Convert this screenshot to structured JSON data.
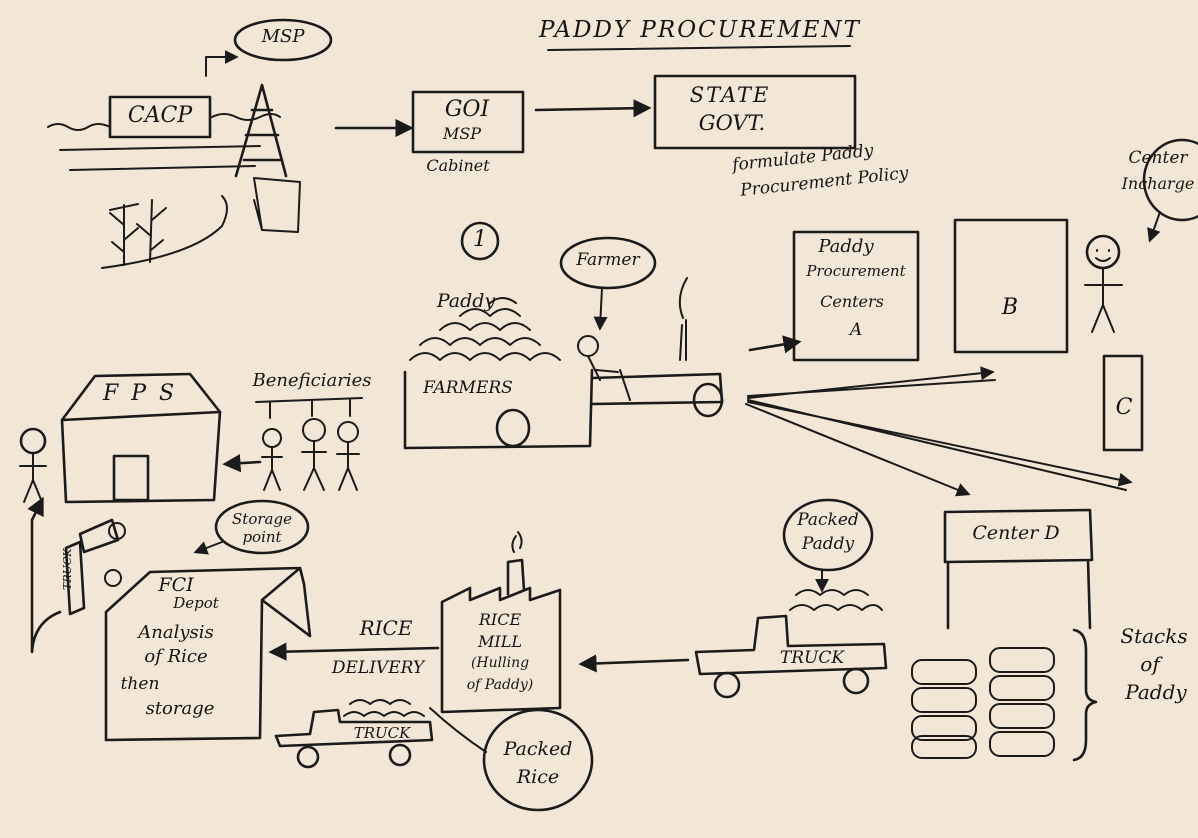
{
  "colors": {
    "paper": "#f2e6d6",
    "ink": "#1b1b1b"
  },
  "title": "PADDY PROCUREMENT",
  "top_flow": {
    "cacp": "CACP",
    "msp_bubble": "MSP",
    "goi_line1": "GOI",
    "goi_line2": "MSP",
    "cabinet": "Cabinet",
    "state_line1": "STATE",
    "state_line2": "GOVT.",
    "formulate_line1": "formulate Paddy",
    "formulate_line2": "Procurement Policy"
  },
  "step_number": "1",
  "farmers": {
    "farmer_bubble": "Farmer",
    "paddy_label": "Paddy",
    "cart_label": "FARMERS"
  },
  "centers": {
    "a_line1": "Paddy",
    "a_line2": "Procurement",
    "a_line3": "Centers",
    "a_line4": "A",
    "b": "B",
    "c": "C",
    "d": "Center D",
    "incharge_line1": "Center",
    "incharge_line2": "Incharge",
    "stacks_line1": "Stacks",
    "stacks_line2": "of",
    "stacks_line3": "Paddy"
  },
  "transport": {
    "packed_paddy_line1": "Packed",
    "packed_paddy_line2": "Paddy",
    "truck": "TRUCK",
    "truck2": "TRUCK",
    "packed_rice_line1": "Packed",
    "packed_rice_line2": "Rice"
  },
  "mill": {
    "line1": "RICE",
    "line2": "MILL",
    "line3": "(Hulling",
    "line4": "of Paddy)",
    "rice": "RICE",
    "delivery": "DELIVERY"
  },
  "fci": {
    "storage_line1": "Storage",
    "storage_line2": "point",
    "title_line1": "FCI",
    "title_line2": "Depot",
    "analysis_line1": "Analysis",
    "analysis_line2": "of Rice",
    "then_line1": "then",
    "then_line2": "storage",
    "truck_side": "TRUCK"
  },
  "fps": {
    "title": "F P S",
    "beneficiaries": "Beneficiaries"
  }
}
